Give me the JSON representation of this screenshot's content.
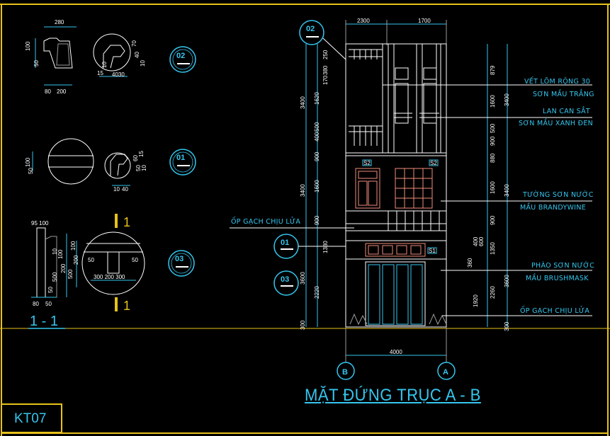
{
  "sheet": {
    "code": "KT07",
    "title": "MẶT ĐỨNG TRỤC A - B",
    "colors": {
      "frame": "#e8c21a",
      "annotation": "#35c6ee",
      "door": "#f08c7a",
      "background": "#000000"
    }
  },
  "details": {
    "dim_280": "280",
    "dim_100a": "100",
    "dim_50a": "50",
    "dim_80a": "80",
    "dim_200a": "200",
    "dim_70": "70",
    "dim_40": "40",
    "dim_10a": "10",
    "dim_10b": "10",
    "dim_15": "15",
    "dim_4030": "4030",
    "dim_100b": "100",
    "dim_50b": "50",
    "dim_60a": "60",
    "dim_15b": "15",
    "dim_50c": "50",
    "dim_10c": "10",
    "dim_10d": "10",
    "dim_40b": "40",
    "dim_95_100": "95 100",
    "dim_10e": "10",
    "dim_100c": "100",
    "dim_200b": "200",
    "dim_500a": "500",
    "dim_50d": "50",
    "dim_80b": "80",
    "dim_50e": "50",
    "dim_100d": "100",
    "dim_200c": "200",
    "dim_500b": "500",
    "dim_50f": "50",
    "dim_50g": "50",
    "dim_300_200_300": "300 200 300",
    "tags": [
      "02",
      "01",
      "03"
    ],
    "section_num_top": "1",
    "section_num_bottom": "1",
    "section_label": "1 - 1"
  },
  "elevation": {
    "top_dims": [
      "2300",
      "1700"
    ],
    "bottom_dim": "4000",
    "left_dims": [
      "3400",
      "3400",
      "3600"
    ],
    "left_inner_dims": [
      "250",
      "380",
      "170",
      "1620",
      "400",
      "500",
      "900",
      "1600",
      "900",
      "1380",
      "2220",
      "300"
    ],
    "right_dims": [
      "879",
      "1600",
      "900",
      "500",
      "880",
      "1600",
      "900",
      "1350",
      "600",
      "2260",
      "300"
    ],
    "right_outer_dims": [
      "3400",
      "3400",
      "3600"
    ],
    "right_inner_dims": [
      "360",
      "400",
      "1920"
    ],
    "axis_b": "B",
    "axis_a": "A",
    "tags": [
      "02",
      "01",
      "03"
    ],
    "level_marks": [
      "S2",
      "S2",
      "S1"
    ],
    "notes": {
      "n1": "VẾT LÕM RỘNG 30",
      "n2": "SƠN MẦU TRẮNG",
      "n3": "LAN CAN SẮT",
      "n4": "SƠN MẦU XANH ĐEN",
      "n5": "TƯỜNG SƠN NƯỚC",
      "n6": "MẦU BRANDYWINE",
      "n7": "PHÀO SƠN NƯỚC",
      "n8": "MẦU BRUSHMASK",
      "n9": "ỐP GẠCH CHỊU LỬA",
      "n10": "ỐP GẠCH CHỊU LỬA"
    }
  }
}
